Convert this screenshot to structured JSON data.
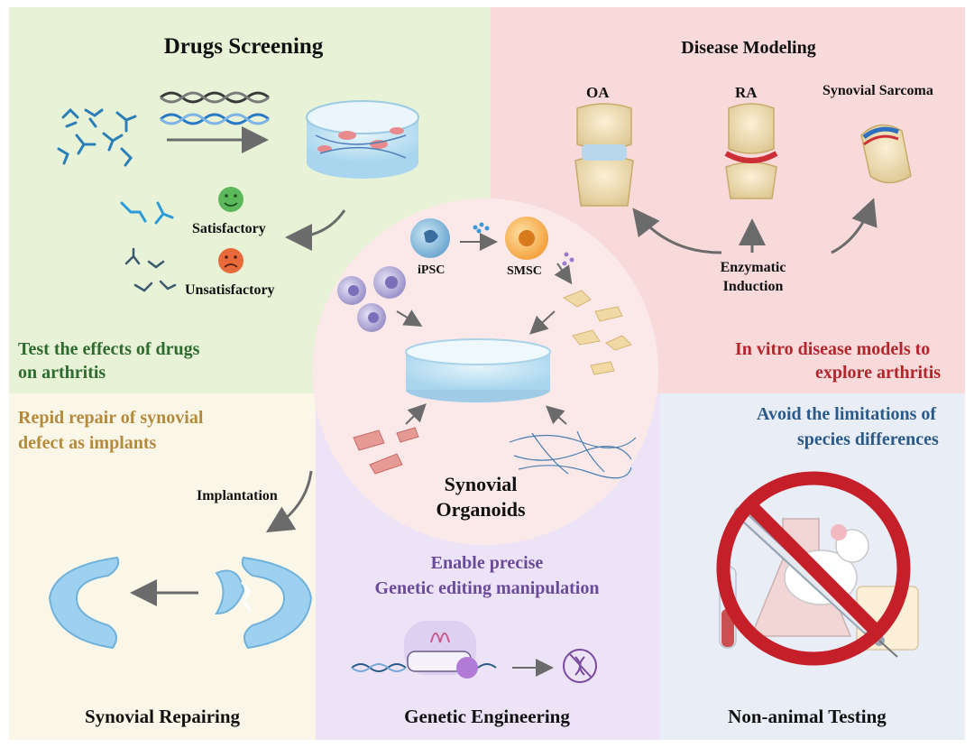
{
  "colors": {
    "drugs_bg": "#e8f2d6",
    "disease_bg": "#f8dadb",
    "repair_bg": "#fbf7e8",
    "genetic_bg": "#ece4f6",
    "nonanimal_bg": "#e9edf6",
    "center_circle": "#fbe9ea",
    "green_text": "#2e6b2e",
    "red_text": "#b3262c",
    "gold_text": "#b38a3a",
    "purple_text": "#6a4a9a",
    "blue_text": "#2a5a8a"
  },
  "drugs_screening": {
    "title": "Drugs Screening",
    "satisfactory": "Satisfactory",
    "unsatisfactory": "Unsatisfactory",
    "desc_line1": "Test the effects of drugs",
    "desc_line2": "on arthritis"
  },
  "disease_modeling": {
    "title": "Disease Modeling",
    "oa": "OA",
    "ra": "RA",
    "sarcoma": "Synovial Sarcoma",
    "enzymatic_line1": "Enzymatic",
    "enzymatic_line2": "Induction",
    "desc_line1": "In vitro disease models to",
    "desc_line2": "explore arthritis"
  },
  "center": {
    "ipsc": "iPSC",
    "smsc": "SMSC",
    "title_line1": "Synovial",
    "title_line2": "Organoids"
  },
  "synovial_repairing": {
    "title": "Synovial Repairing",
    "desc_line1": "Repid repair of synovial",
    "desc_line2": "defect as implants",
    "implantation": "Implantation"
  },
  "genetic_engineering": {
    "title": "Genetic Engineering",
    "desc_line1": "Enable precise",
    "desc_line2": "Genetic editing manipulation"
  },
  "non_animal": {
    "title": "Non-animal Testing",
    "desc_line1": "Avoid the limitations of",
    "desc_line2": "species differences"
  }
}
